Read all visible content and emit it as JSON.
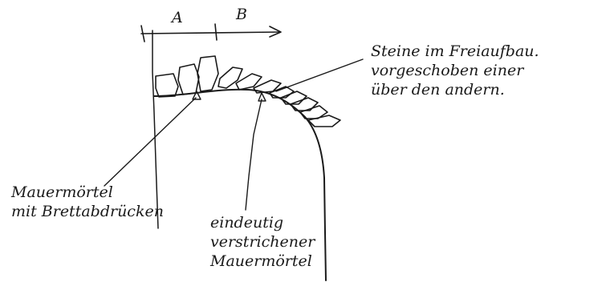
{
  "dimension_labels": {
    "a": "A",
    "b": "B"
  },
  "notes": {
    "stones": [
      "Steine im Freiaufbau.",
      "vorgeschoben einer",
      "über den andern."
    ],
    "mortar_board": [
      "Mauermörtel",
      "mit Brettabdrücken"
    ],
    "mortar_smeared": [
      "eindeutig",
      "verstrichener",
      "Mauermörtel"
    ]
  },
  "colors": {
    "ink": "#1a1a1a",
    "paper": "#ffffff"
  }
}
